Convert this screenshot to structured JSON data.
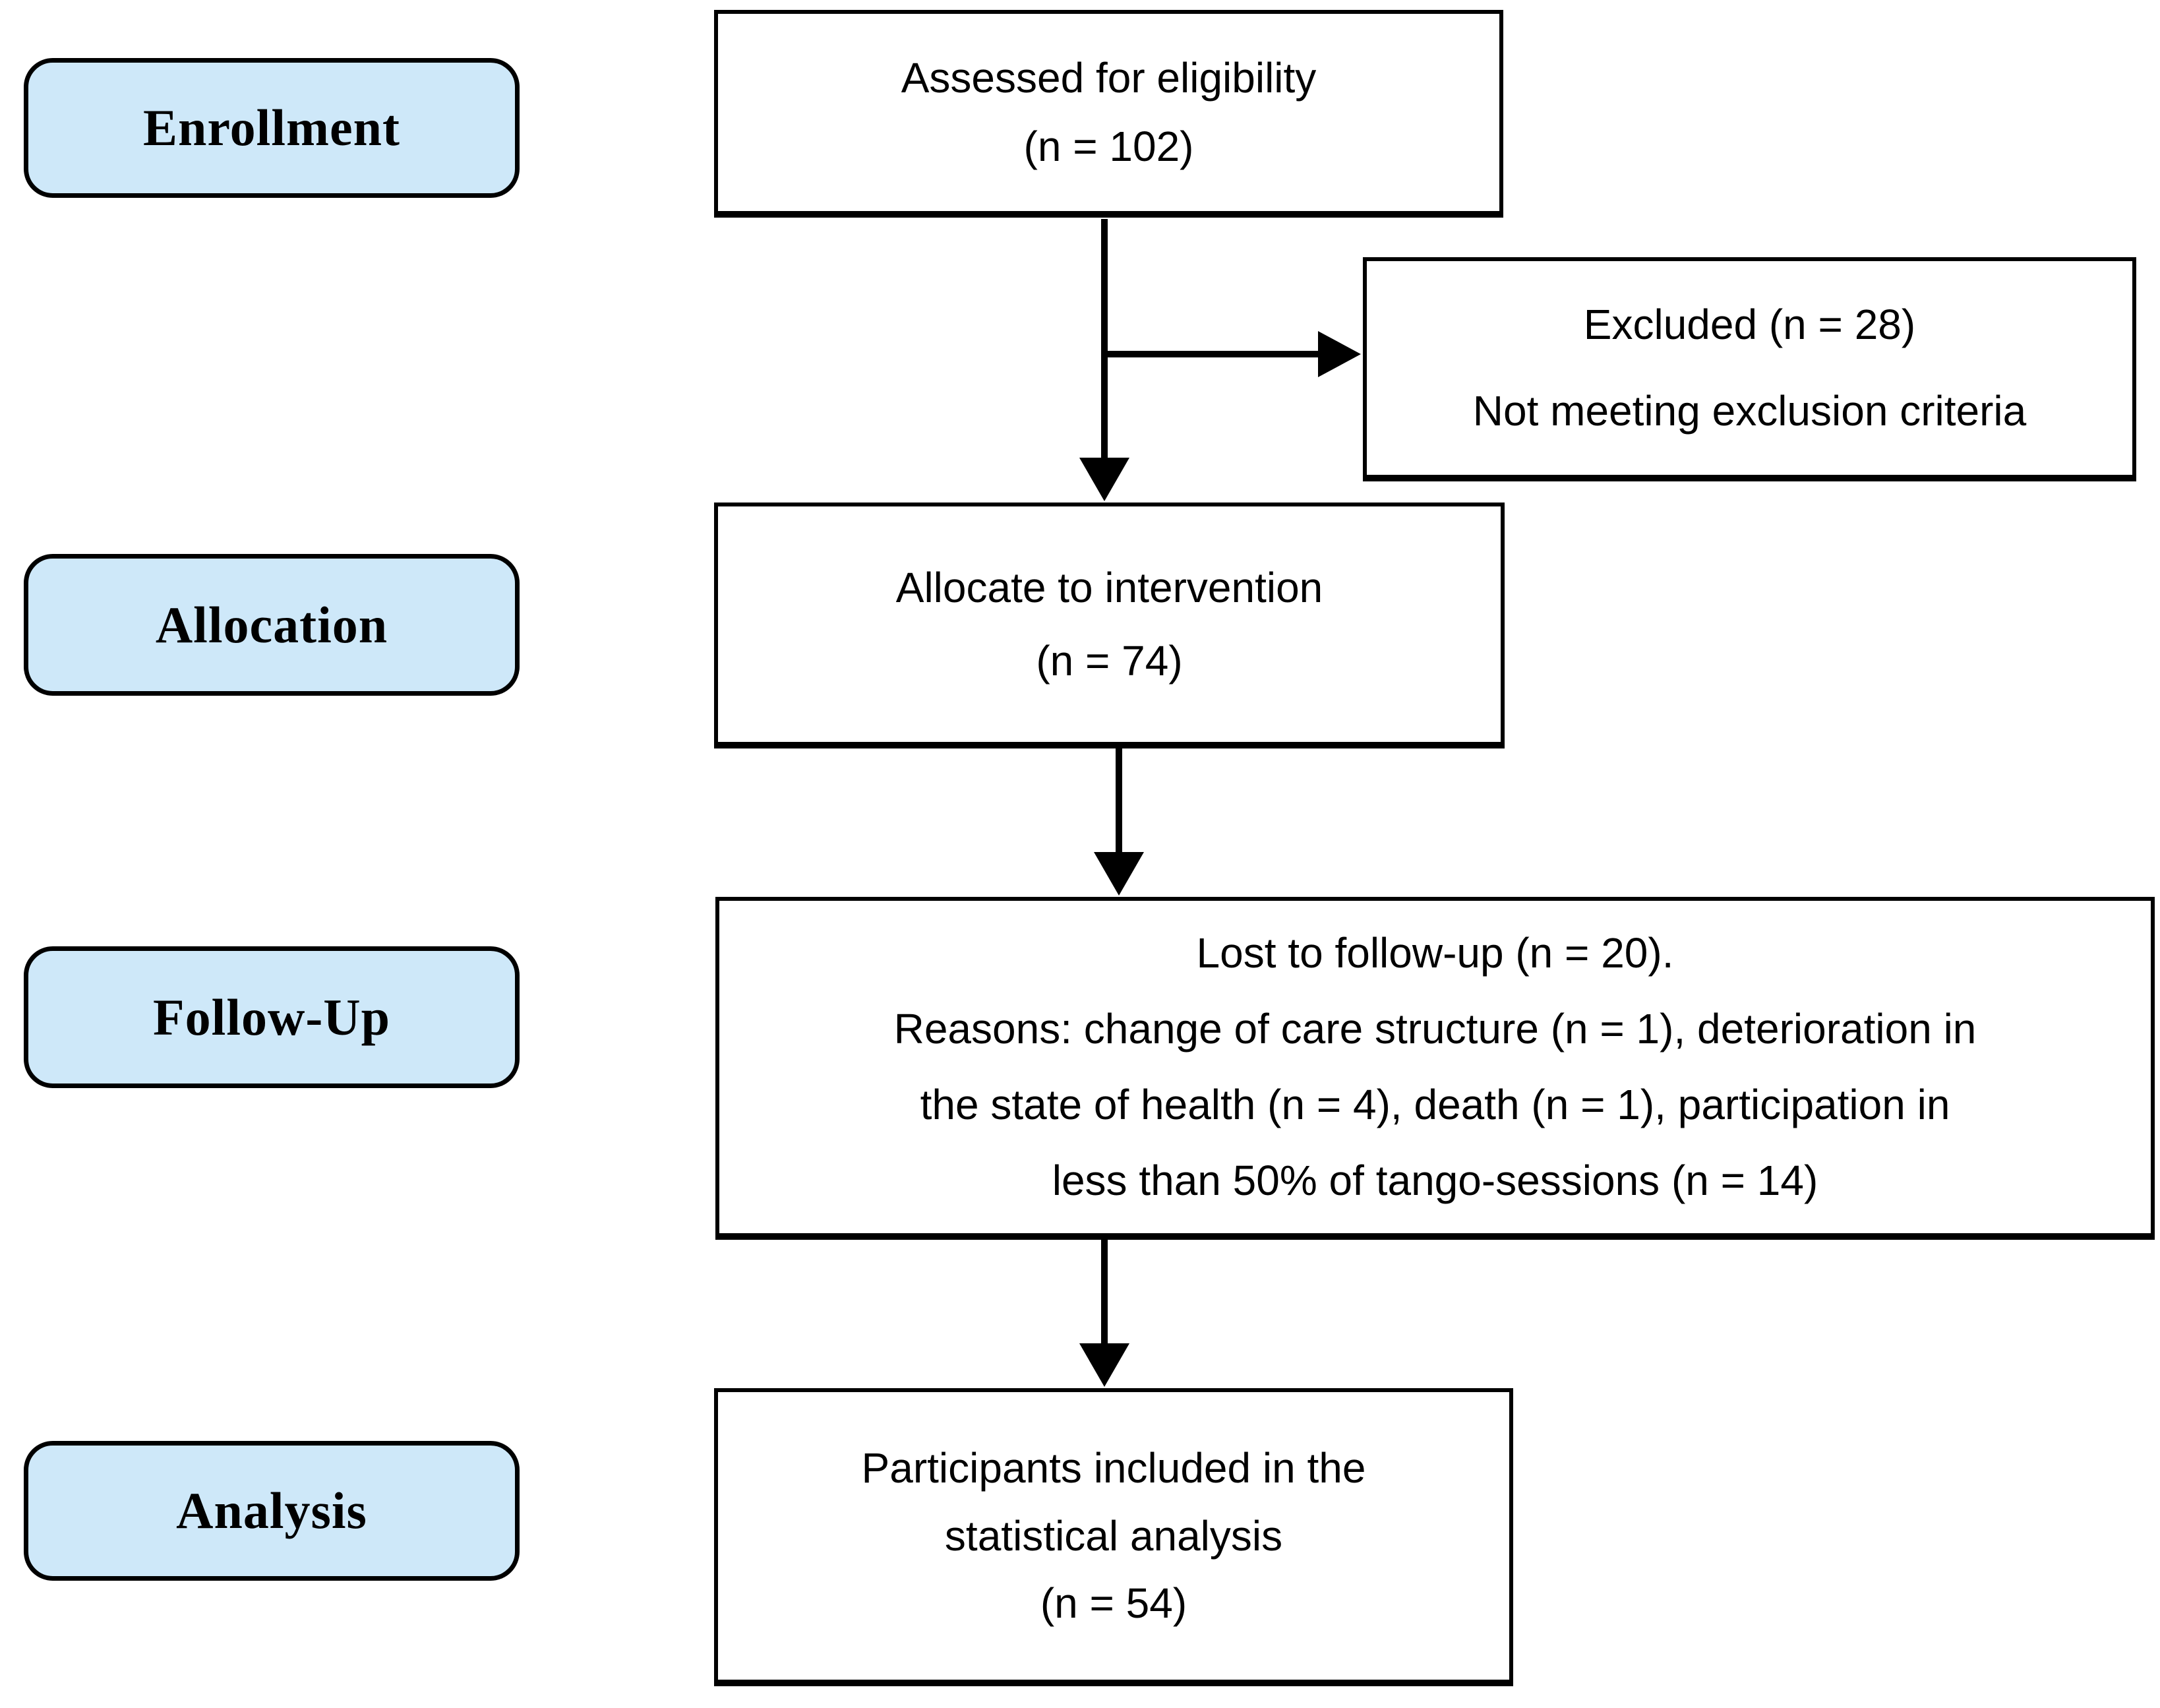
{
  "stages": [
    {
      "label": "Enrollment"
    },
    {
      "label": "Allocation"
    },
    {
      "label": "Follow-Up"
    },
    {
      "label": "Analysis"
    }
  ],
  "boxes": {
    "assessed": {
      "lines": [
        "Assessed for eligibility",
        "(n = 102)"
      ]
    },
    "excluded": {
      "lines": [
        "Excluded (n = 28)",
        "Not meeting exclusion criteria"
      ]
    },
    "allocated": {
      "lines": [
        "Allocate to intervention",
        "(n = 74)"
      ]
    },
    "followup": {
      "lines": [
        "Lost to follow-up (n = 20).",
        "Reasons: change of care structure (n = 1), deterioration in",
        "the state of health (n = 4), death (n = 1), participation in",
        "less than 50% of tango-sessions (n = 14)"
      ]
    },
    "analysis": {
      "lines": [
        "Participants included in the",
        "statistical analysis",
        "(n = 54)"
      ]
    }
  },
  "counts": {
    "assessed_for_eligibility": 102,
    "excluded": 28,
    "allocated_to_intervention": 74,
    "lost_to_followup": 20,
    "reason_change_of_care_structure": 1,
    "reason_deterioration_state_of_health": 4,
    "reason_death": 1,
    "reason_less_than_50pct_tango_sessions": 14,
    "included_in_statistical_analysis": 54
  },
  "colors": {
    "stage_fill": "#cee8f9",
    "stage_border": "#000000",
    "box_border": "#000000",
    "arrow": "#000000",
    "background": "#ffffff"
  }
}
